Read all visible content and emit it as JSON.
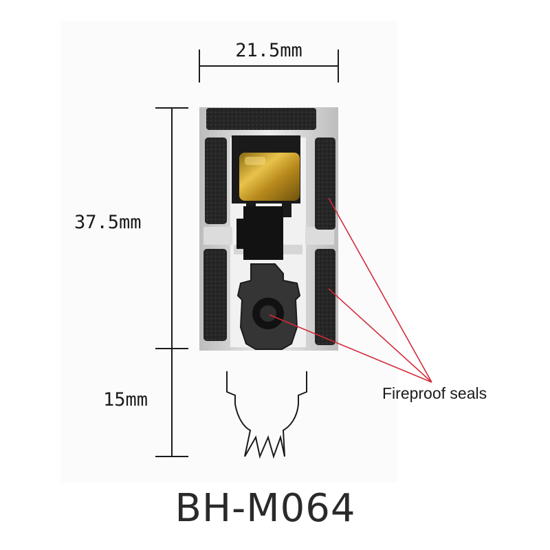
{
  "dimensions": {
    "width": "21.5mm",
    "height_upper": "37.5mm",
    "height_lower": "15mm"
  },
  "callout": {
    "label": "Fireproof seals"
  },
  "product": {
    "model": "BH-M064"
  },
  "colors": {
    "aluminum": "#d9d9d9",
    "seal": "#2b2b2b",
    "gold": "#c9a02c",
    "callout_line": "#d42a3a",
    "dimension_line": "#1a1a1a"
  }
}
